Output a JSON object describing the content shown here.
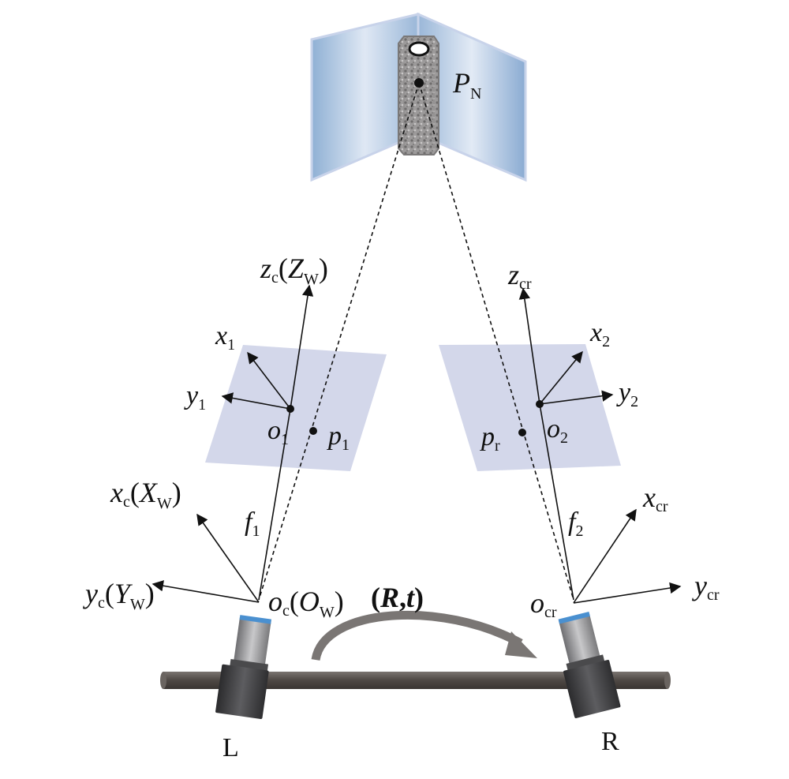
{
  "figure": {
    "type": "binocular stereo vision geometry diagram",
    "target": {
      "label_main": "P",
      "label_sub": "N"
    },
    "left_camera": {
      "name": "L",
      "image_plane": {
        "origin": {
          "main": "o",
          "sub": "1"
        },
        "axis_x": {
          "main": "x",
          "sub": "1"
        },
        "axis_y": {
          "main": "y",
          "sub": "1"
        },
        "projection_point": {
          "main": "p",
          "sub": "1"
        }
      },
      "focal_length": {
        "main": "f",
        "sub": "1"
      },
      "camera_frame": {
        "origin": {
          "main": "o",
          "sub": "c",
          "world_main": "O",
          "world_sub": "W"
        },
        "axis_z": {
          "main": "z",
          "sub": "c",
          "world_main": "Z",
          "world_sub": "W"
        },
        "axis_x": {
          "main": "x",
          "sub": "c",
          "world_main": "X",
          "world_sub": "W"
        },
        "axis_y": {
          "main": "y",
          "sub": "c",
          "world_main": "Y",
          "world_sub": "W"
        }
      }
    },
    "right_camera": {
      "name": "R",
      "image_plane": {
        "origin": {
          "main": "o",
          "sub": "2"
        },
        "axis_x": {
          "main": "x",
          "sub": "2"
        },
        "axis_y": {
          "main": "y",
          "sub": "2"
        },
        "projection_point": {
          "main": "p",
          "sub": "r"
        }
      },
      "focal_length": {
        "main": "f",
        "sub": "2"
      },
      "camera_frame": {
        "origin": {
          "main": "o",
          "sub": "cr"
        },
        "axis_z": {
          "main": "z",
          "sub": "cr"
        },
        "axis_x": {
          "main": "x",
          "sub": "cr"
        },
        "axis_y": {
          "main": "y",
          "sub": "cr"
        }
      }
    },
    "transform": {
      "open": "(",
      "R": "R",
      "comma": ",",
      "t": "t",
      "close": ")"
    },
    "colors": {
      "image_plane": "#d3d7ea",
      "wall_panel": "#a9c1dc",
      "wall_edge": "#c8d3ea",
      "rod": "#5a5450",
      "camera_body": "#3a3a3c",
      "lens_tip": "#4a90d0",
      "arrow_arc": "#7a7674"
    }
  }
}
